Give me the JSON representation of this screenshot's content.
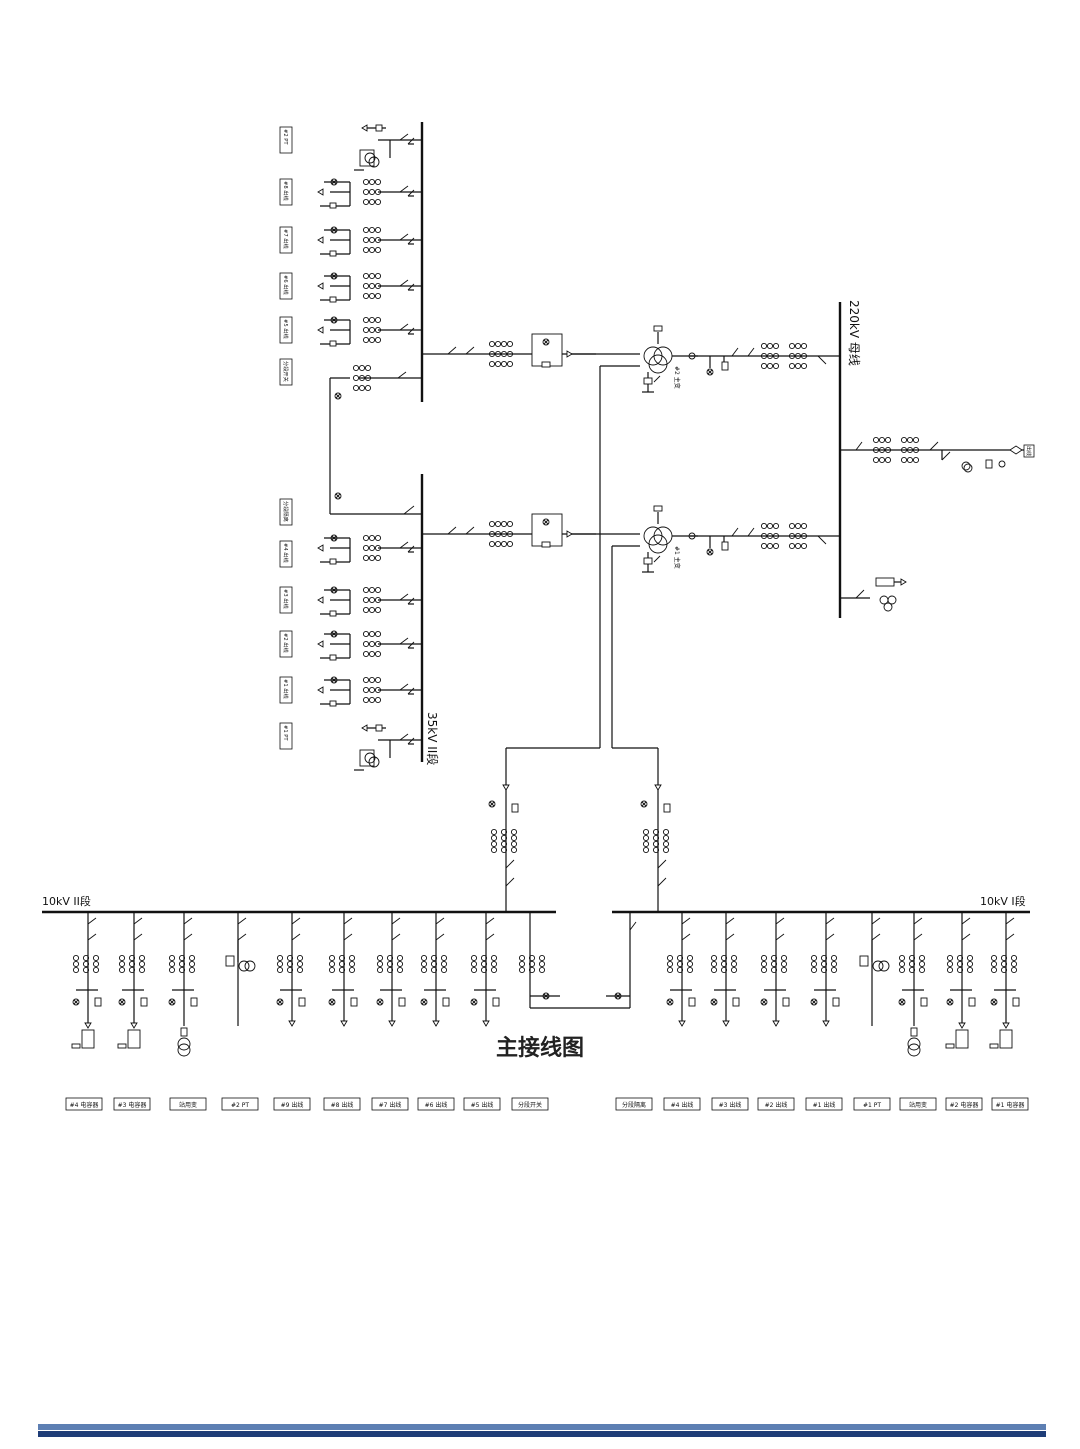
{
  "caption": "主接线图",
  "bus_labels": {
    "hv": "220kV 母线",
    "mv": "35kV II段",
    "lv2": "10kV II段",
    "lv1": "10kV I段"
  },
  "transformer_labels": {
    "t2": "#2 主变",
    "t1": "#1 主变"
  },
  "hv_line_label": "出线",
  "mv_feeders_upper": [
    "#2 PT",
    "#8 出线",
    "#7 出线",
    "#6 出线",
    "#5 出线",
    "分段开关"
  ],
  "mv_feeders_lower": [
    "分段隔离",
    "#4 出线",
    "#3 出线",
    "#2 出线",
    "#1 出线",
    "#1 PT"
  ],
  "lv_left_feeders": [
    "#4 电容器",
    "#3 电容器",
    "站用变",
    "#2 PT",
    "#9 出线",
    "#8 出线",
    "#7 出线",
    "#6 出线",
    "#5 出线",
    "分段开关"
  ],
  "lv_right_feeders": [
    "分段隔离",
    "#4 出线",
    "#3 出线",
    "#2 出线",
    "#1 出线",
    "#1 PT",
    "站用变",
    "#2 电容器",
    "#1 电容器"
  ],
  "colors": {
    "line": "#111111",
    "band_light": "#5d7fb3",
    "band_dark": "#1f3d78"
  }
}
